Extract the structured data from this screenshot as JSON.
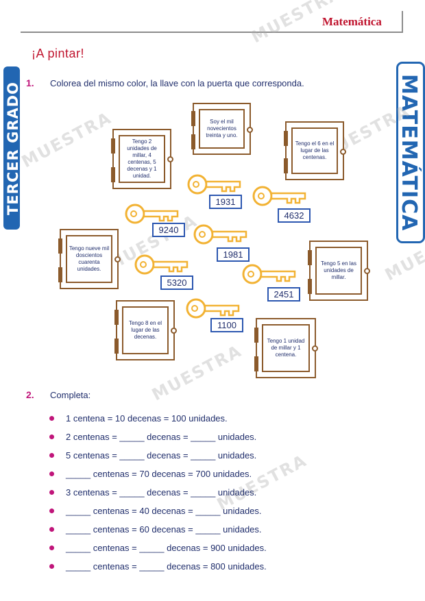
{
  "header": {
    "subject": "Matemática"
  },
  "side_tabs": {
    "left": "TERCER GRADO",
    "right": "MATEMÁTICA"
  },
  "title": "¡A pintar!",
  "q1": {
    "number": "1.",
    "text": "Colorea del mismo color, la llave con la puerta que corresponda."
  },
  "doors": [
    "Soy el mil novecientos treinta y uno.",
    "Tengo 2 unidades de millar, 4 centenas, 5 decenas y 1 unidad.",
    "Tengo el 6 en el lugar de las centenas.",
    "Tengo nueve mil doscientos cuarenta unidades.",
    "Tengo 5 en las unidades de millar.",
    "Tengo 8 en el lugar de las decenas.",
    "Tengo 1 unidad de millar y 1 centena."
  ],
  "keys": [
    "1931",
    "4632",
    "9240",
    "1981",
    "5320",
    "2451",
    "1100"
  ],
  "watermark": "MUESTRA",
  "q2": {
    "number": "2.",
    "text": "Completa:",
    "items": [
      "1 centena = 10 decenas = 100 unidades.",
      "2 centenas = _____ decenas = _____ unidades.",
      "5 centenas = _____ decenas = _____ unidades.",
      "_____ centenas = 70 decenas = 700 unidades.",
      "3 centenas = _____ decenas = _____ unidades.",
      "_____ centenas = 40 decenas = _____ unidades.",
      "_____ centenas = 60 decenas = _____ unidades.",
      "_____ centenas = _____ decenas = 900 unidades.",
      "_____ centenas = _____ decenas = 800  unidades."
    ]
  },
  "colors": {
    "accent_red": "#c0152f",
    "accent_magenta": "#c0157a",
    "blue": "#2266b2",
    "door_brown": "#8b5a2b",
    "key_gold": "#f2b233",
    "text_navy": "#1f2d6b"
  }
}
